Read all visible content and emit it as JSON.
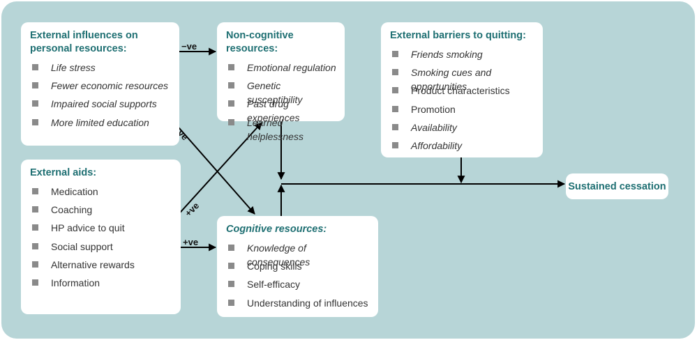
{
  "external_influences": {
    "title": "External influences on personal resources:",
    "items": [
      "Life stress",
      "Fewer economic resources",
      "Impaired social supports",
      "More limited education"
    ]
  },
  "external_aids": {
    "title": "External aids:",
    "items": [
      "Medication",
      "Coaching",
      "HP advice to quit",
      "Social support",
      "Alternative rewards",
      "Information"
    ]
  },
  "non_cognitive": {
    "title": "Non-cognitive resources:",
    "items": [
      "Emotional regulation",
      "Genetic susceptibility",
      "Past drug experiences",
      "Learned helplessness"
    ]
  },
  "cognitive": {
    "title": "Cognitive resources:",
    "items": [
      "Knowledge of consequences",
      "Coping skills",
      "Self-efficacy",
      "Understanding of influences"
    ]
  },
  "barriers": {
    "title": "External barriers to quitting:",
    "items": [
      "Friends smoking",
      "Smoking cues and opportunities",
      "Product characteristics",
      "Promotion",
      "Availability",
      "Affordability"
    ]
  },
  "outcome": {
    "label": "Sustained cessation"
  },
  "edge_labels": {
    "influences_to_noncog": "−ve",
    "influences_to_cog": "−ve",
    "aids_to_noncog": "+ve",
    "aids_to_cog": "+ve"
  },
  "colors": {
    "background": "#b7d5d7",
    "title": "#1e6f72",
    "bullet": "#8a8a8a"
  }
}
